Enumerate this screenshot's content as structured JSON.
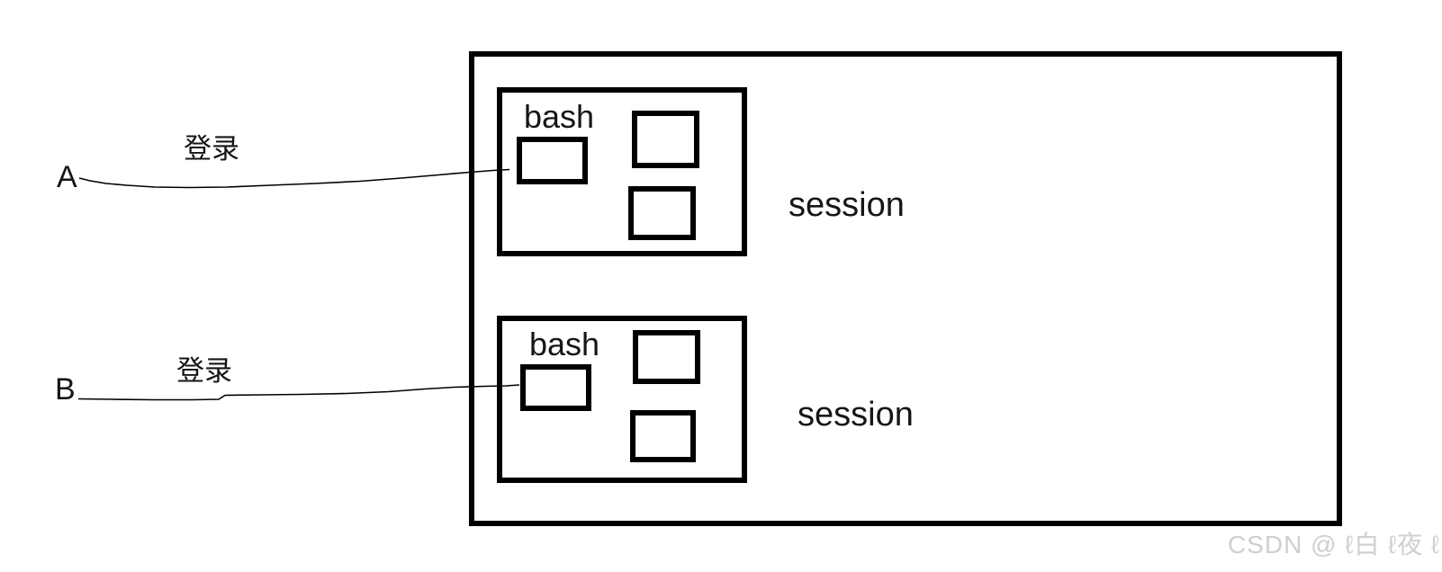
{
  "clients": [
    {
      "name": "A",
      "action": "登录"
    },
    {
      "name": "B",
      "action": "登录"
    }
  ],
  "sessions": [
    {
      "shell_label": "bash",
      "session_label": "session"
    },
    {
      "shell_label": "bash",
      "session_label": "session"
    }
  ],
  "watermark": "CSDN @ ℓ白 ℓ夜 ℓ",
  "colors": {
    "stroke": "#000000",
    "text": "#161616",
    "watermark": "#cfcfcf"
  }
}
